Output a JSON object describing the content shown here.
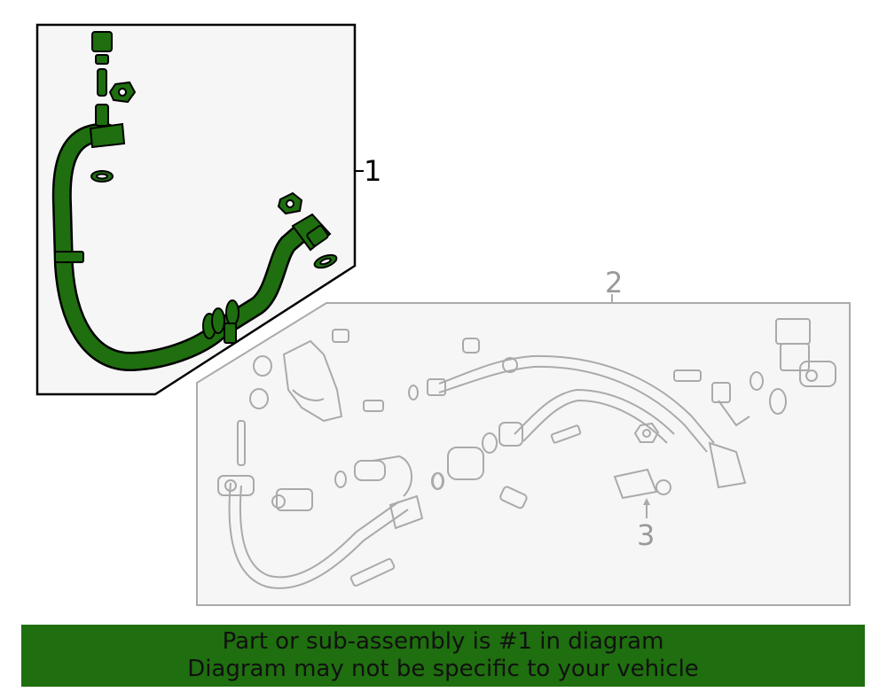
{
  "callouts": {
    "one": "1",
    "two": "2",
    "three": "3"
  },
  "banner": {
    "line1": "Part or sub-assembly is #1 in diagram",
    "line2": "Diagram may not be specific to your vehicle"
  },
  "colors": {
    "highlight_fill": "#1f6e0f",
    "banner_bg": "#1f6e0f",
    "panel_fill": "#f6f6f6",
    "part_stroke": "#aaaaaa",
    "outline": "#000000"
  }
}
